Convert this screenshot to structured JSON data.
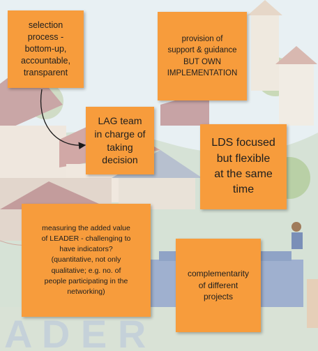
{
  "notes": {
    "selection": "selection\nprocess -\nbottom-up,\naccountable,\ntransparent",
    "support": "provision of\nsupport & guidance\nBUT OWN\nIMPLEMENTATION",
    "lag": "LAG team\nin charge of\ntaking\ndecision",
    "lds": "LDS focused\nbut flexible\nat the same\ntime",
    "measuring": "measuring the added value\nof LEADER - challenging to\nhave indicators?\n(quantitative, not only\nqualitative; e.g. no. of\npeople participating in the\nnetworking)",
    "complementarity": "complementarity\nof different\nprojects"
  },
  "colors": {
    "note": "#f79c3c",
    "arrow": "#1a1a1a"
  }
}
